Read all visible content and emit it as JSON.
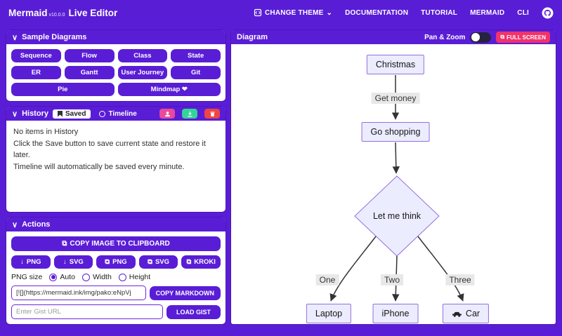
{
  "header": {
    "brand": "Mermaid",
    "version": "v10.0.0",
    "product": "Live Editor",
    "nav": [
      "CHANGE THEME",
      "DOCUMENTATION",
      "TUTORIAL",
      "MERMAID",
      "CLI"
    ]
  },
  "icons": {
    "chevron_down": "⌄",
    "section_chevron": "∨",
    "download": "↓",
    "external": "⧉",
    "copy": "⧉",
    "fullscreen": "⧉"
  },
  "sample": {
    "title": "Sample Diagrams",
    "buttons": [
      "Sequence",
      "Flow",
      "Class",
      "State",
      "ER",
      "Gantt",
      "User Journey",
      "Git",
      "Pie",
      "Mindmap ❤"
    ]
  },
  "history": {
    "title": "History",
    "tab_saved": "Saved",
    "tab_timeline": "Timeline",
    "empty": "No items in History",
    "hint_save": "Click the Save button to save current state and restore it later.",
    "hint_timeline": "Timeline will automatically be saved every minute."
  },
  "actions": {
    "title": "Actions",
    "copy_image": "COPY IMAGE TO CLIPBOARD",
    "download_png": "PNG",
    "download_svg": "SVG",
    "link_png": "PNG",
    "link_svg": "SVG",
    "link_kroki": "KROKI",
    "png_size_label": "PNG size",
    "radio_auto": "Auto",
    "radio_width": "Width",
    "radio_height": "Height",
    "markdown_value": "[![](https://mermaid.ink/img/pako:eNpVj",
    "copy_markdown": "COPY MARKDOWN",
    "gist_placeholder": "Enter Gist URL",
    "load_gist": "LOAD GIST"
  },
  "diagram": {
    "title": "Diagram",
    "pan_zoom": "Pan & Zoom",
    "fullscreen": "FULL SCREEN",
    "nodes": {
      "christmas": "Christmas",
      "shopping": "Go shopping",
      "decision": "Let me think",
      "laptop": "Laptop",
      "iphone": "iPhone",
      "car": "Car"
    },
    "edges": {
      "money": "Get money",
      "one": "One",
      "two": "Two",
      "three": "Three"
    }
  },
  "colors": {
    "purple": "#5a1dd6",
    "node_fill": "#ECECFF",
    "node_border": "#9370DB",
    "fullscreen_pink": "#f0336b"
  }
}
